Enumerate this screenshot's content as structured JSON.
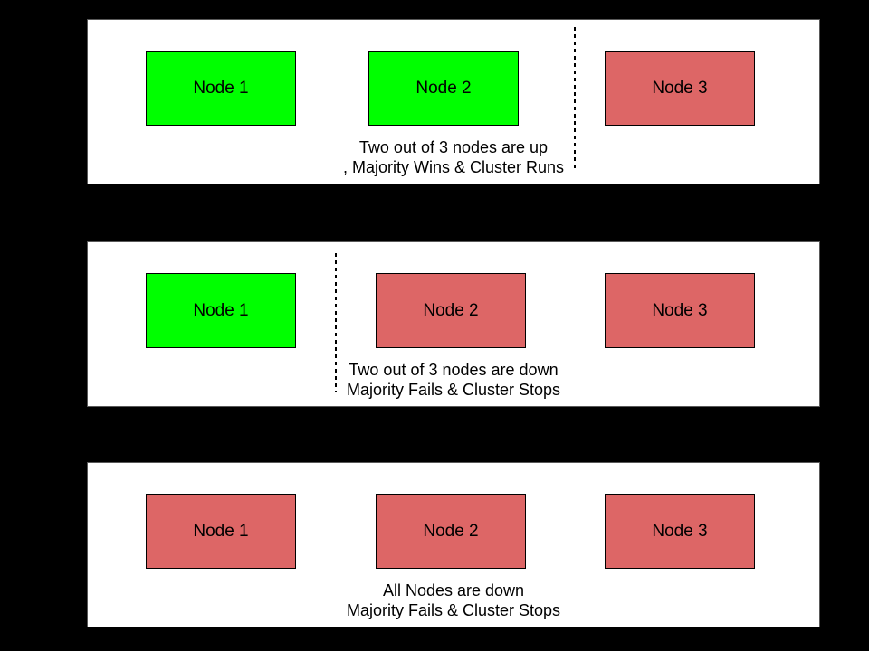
{
  "diagram": {
    "subject": "cluster-quorum-scenarios",
    "colors": {
      "page_background": "#000000",
      "panel_background": "#ffffff",
      "panel_border": "#595959",
      "node_border": "#000000",
      "node_up": "#00ff00",
      "node_down": "#dd6666",
      "text": "#000000"
    },
    "panels": [
      {
        "id": "two-nodes-up",
        "nodes": [
          {
            "label": "Node 1",
            "status": "up",
            "color": "#00ff00"
          },
          {
            "label": "Node 2",
            "status": "up",
            "color": "#00ff00"
          },
          {
            "label": "Node 3",
            "status": "down",
            "color": "#dd6666"
          }
        ],
        "partition_divider": "between Node 2 and Node 3",
        "caption": {
          "line1": "Two out of 3 nodes are up",
          "line2": ", Majority Wins & Cluster Runs"
        }
      },
      {
        "id": "two-nodes-down",
        "nodes": [
          {
            "label": "Node 1",
            "status": "up",
            "color": "#00ff00"
          },
          {
            "label": "Node 2",
            "status": "down",
            "color": "#dd6666"
          },
          {
            "label": "Node 3",
            "status": "down",
            "color": "#dd6666"
          }
        ],
        "partition_divider": "between Node 1 and Node 2",
        "caption": {
          "line1": "Two out of 3 nodes are down",
          "line2": "Majority Fails & Cluster Stops"
        }
      },
      {
        "id": "all-nodes-down",
        "nodes": [
          {
            "label": "Node 1",
            "status": "down",
            "color": "#dd6666"
          },
          {
            "label": "Node 2",
            "status": "down",
            "color": "#dd6666"
          },
          {
            "label": "Node 3",
            "status": "down",
            "color": "#dd6666"
          }
        ],
        "partition_divider": null,
        "caption": {
          "line1": "All Nodes are down",
          "line2": "Majority Fails & Cluster Stops"
        }
      }
    ]
  }
}
